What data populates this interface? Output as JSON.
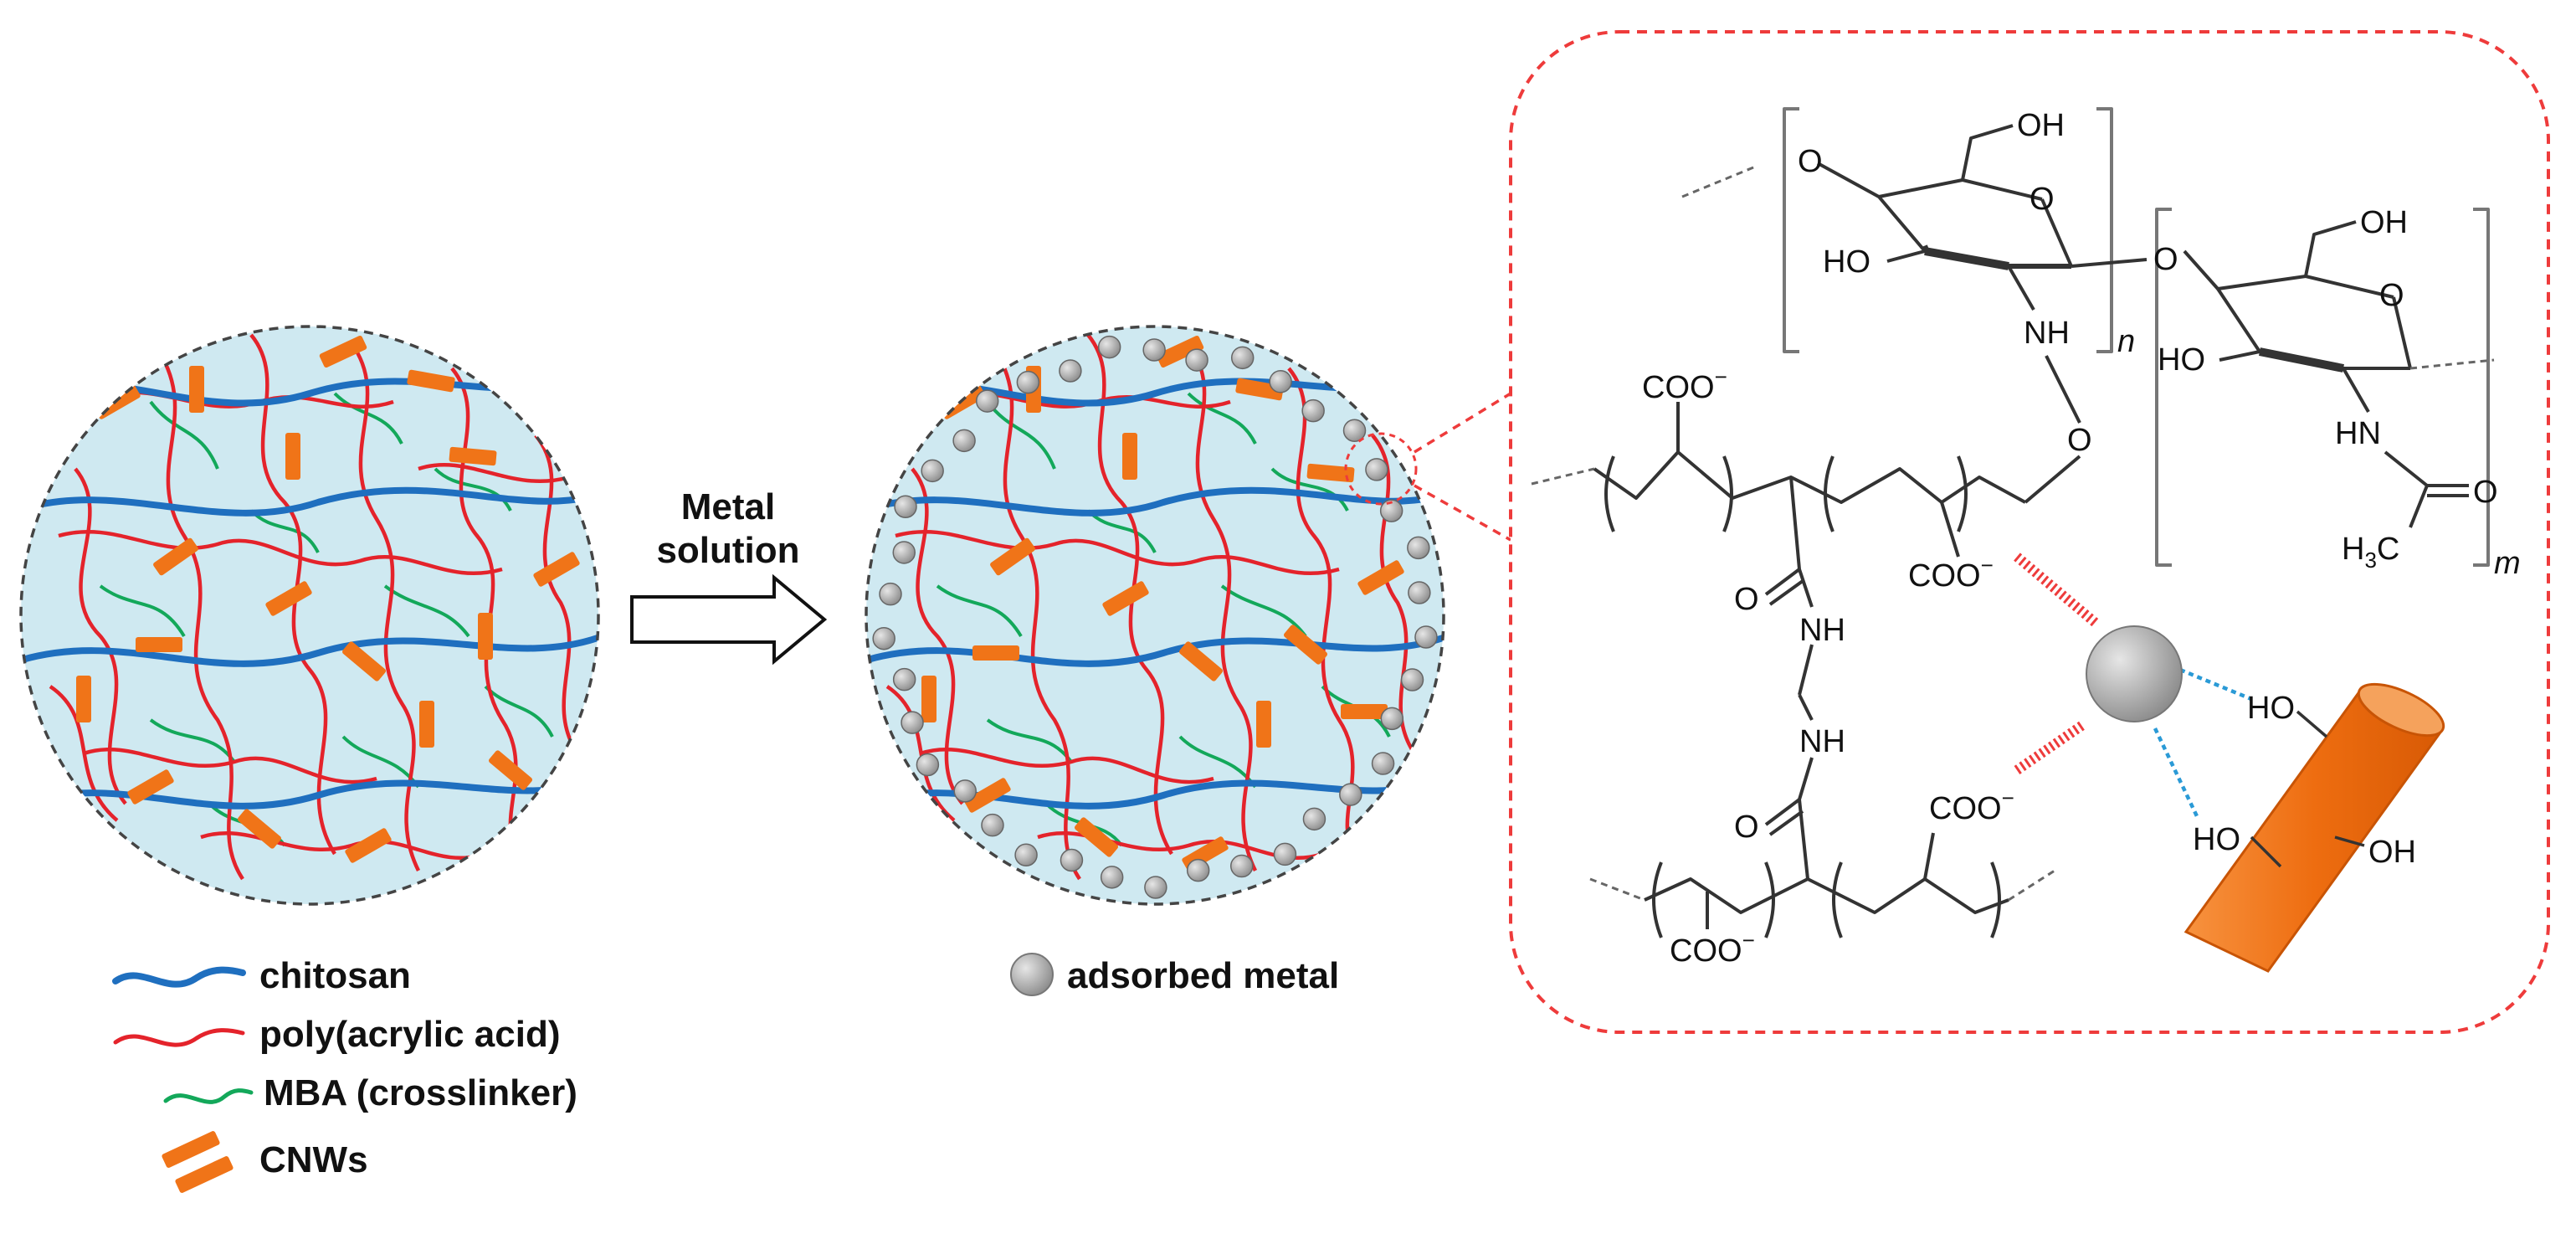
{
  "arrow": {
    "label_line1": "Metal",
    "label_line2": "solution"
  },
  "legend": {
    "items": [
      {
        "key": "chitosan",
        "label": "chitosan",
        "color": "#1f6fbf",
        "icon": "blue-wave-line"
      },
      {
        "key": "paa",
        "label": "poly(acrylic acid)",
        "color": "#e4232b",
        "icon": "red-wave-line"
      },
      {
        "key": "mba",
        "label": "MBA (crosslinker)",
        "color": "#13a85a",
        "icon": "green-wave-line"
      },
      {
        "key": "cnw",
        "label": "CNWs",
        "color": "#f07418",
        "icon": "orange-rods"
      }
    ],
    "adsorbed_metal": {
      "label": "adsorbed metal",
      "color": "#9a9a9a",
      "icon": "gray-sphere"
    }
  },
  "colors": {
    "hydrogel_fill": "#cfe9f1",
    "zoom_box": "#ee3b3b",
    "metal": "#a8a8a8",
    "cnw": "#f07418",
    "electrostatic_bond": "#ee3b3b",
    "hydrogen_bond": "#2a9ad6"
  },
  "chemistry": {
    "oh": "OH",
    "o": "O",
    "ho": "HO",
    "nh": "NH",
    "hn": "HN",
    "coo": "COO",
    "charge": "−",
    "h3c_h": "H",
    "h3c_sub": "3",
    "h3c_c": "C",
    "n_repeat": "n",
    "m_repeat": "m"
  }
}
